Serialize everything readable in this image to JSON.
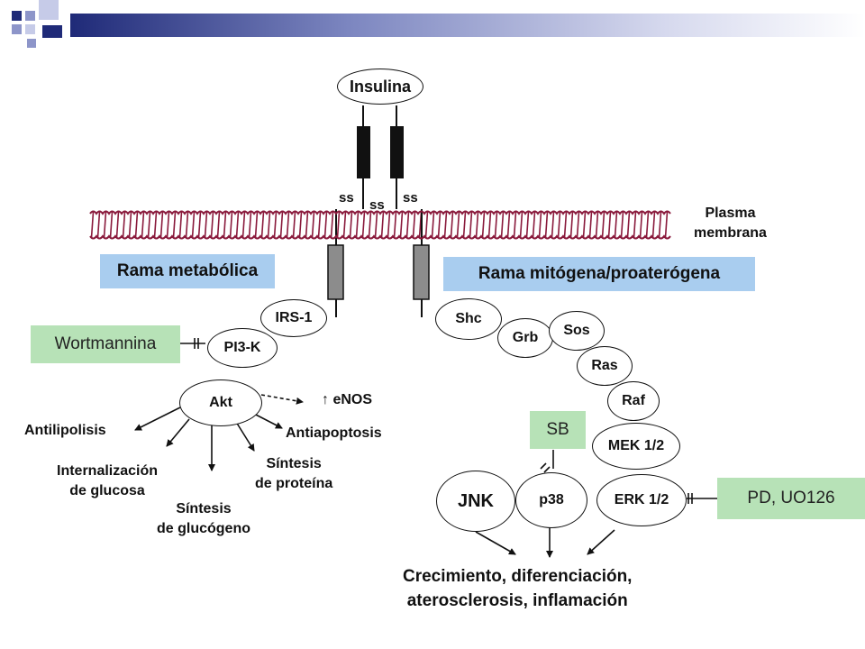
{
  "header": {
    "colors": {
      "dark": "#1f2a78",
      "mid": "#6f7bb8",
      "light": "#c4c9e6"
    }
  },
  "diagram": {
    "insulin": "Insulina",
    "ss_labels": [
      "ss",
      "ss",
      "ss"
    ],
    "membrane": {
      "line1": "Plasma",
      "line2": "membrana",
      "color": "#8a1a3c"
    },
    "metabolic_branch": "Rama metabólica",
    "mitogenic_branch": "Rama mitógena/proaterógena",
    "inhibitors": {
      "wortmannin": "Wortmannina",
      "sb": "SB",
      "pd": "PD, UO126"
    },
    "nodes": {
      "irs1": "IRS-1",
      "pi3k": "PI3-K",
      "akt": "Akt",
      "shc": "Shc",
      "grb": "Grb",
      "sos": "Sos",
      "ras": "Ras",
      "raf": "Raf",
      "mek": "MEK 1/2",
      "erk": "ERK 1/2",
      "p38": "p38",
      "jnk": "JNK"
    },
    "effects": {
      "enos": "↑ eNOS",
      "antilipolysis": "Antilipolisis",
      "antiapoptosis": "Antiapoptosis",
      "glucose_internalization": [
        "Internalización",
        "de glucosa"
      ],
      "glycogen_synthesis": [
        "Síntesis",
        "de glucógeno"
      ],
      "protein_synthesis": [
        "Síntesis",
        "de proteína"
      ]
    },
    "outcome": [
      "Crecimiento, diferenciación,",
      "aterosclerosis, inflamación"
    ],
    "colors": {
      "blue_box": "#a9cdef",
      "green_box": "#b7e2b7",
      "receptor": "#111111",
      "domain": "#8c8c8c"
    }
  }
}
